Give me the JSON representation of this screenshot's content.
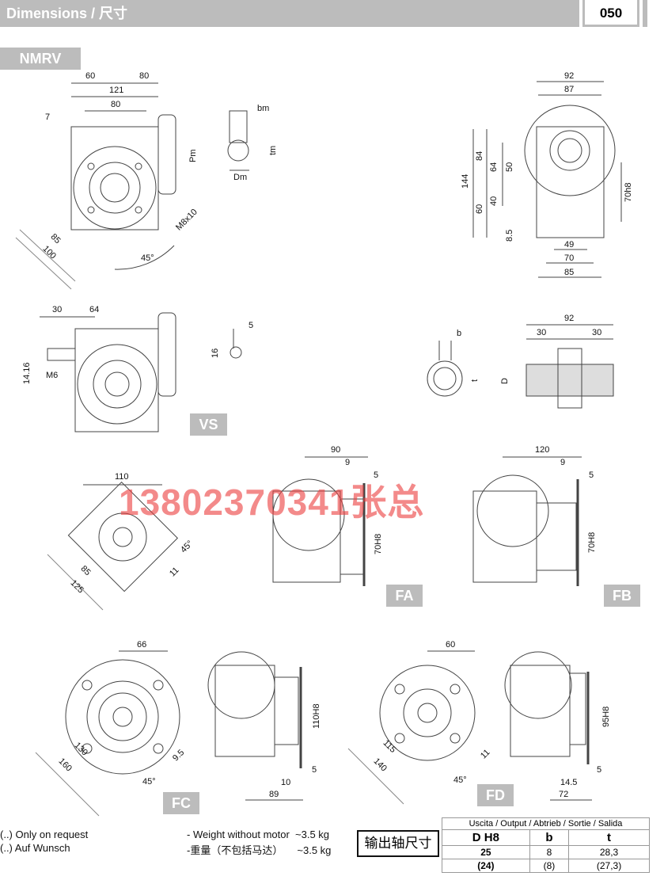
{
  "header": {
    "title": "Dimensions / 尺寸",
    "page_number": "050"
  },
  "section": "NMRV",
  "badges": {
    "vs": "VS",
    "fa": "FA",
    "fb": "FB",
    "fc": "FC",
    "fd": "FD"
  },
  "watermark": "13802370341张总",
  "dims": {
    "front": {
      "a60": "60",
      "a80": "80",
      "a121": "121",
      "b80": "80",
      "a7": "7",
      "pm": "Pm",
      "m8": "M8x10",
      "a85": "85",
      "a100": "100",
      "ang": "45°"
    },
    "key": {
      "bm": "bm",
      "tm": "tm",
      "dm": "Dm"
    },
    "side": {
      "a92": "92",
      "a87": "87",
      "a144": "144",
      "a84": "84",
      "a64": "64",
      "a50": "50",
      "a40": "40",
      "a60": "60",
      "a85s": "8.5",
      "a49": "49",
      "h8": "70h8",
      "a70": "70",
      "a85": "85"
    },
    "vs": {
      "a30": "30",
      "a64": "64",
      "a1416": "14.16",
      "m6": "M6",
      "a5": "5",
      "a16": "16"
    },
    "hollow": {
      "b": "b",
      "t": "t",
      "d": "D",
      "a92": "92",
      "l30": "30",
      "r30": "30"
    },
    "fa": {
      "a110": "110",
      "ang": "45°",
      "a85": "85",
      "a125": "125",
      "a11": "11",
      "a90": "90",
      "a9": "9",
      "a5": "5",
      "h8": "70H8"
    },
    "fb": {
      "a120": "120",
      "a9": "9",
      "a5": "5",
      "h8": "70H8"
    },
    "fc": {
      "a66": "66",
      "a130": "130",
      "a160": "160",
      "a95": "9.5",
      "ang": "45°",
      "h8": "110H8",
      "a5": "5",
      "a10": "10",
      "a89": "89"
    },
    "fd": {
      "a60": "60",
      "a115": "115",
      "a140": "140",
      "a11": "11",
      "ang": "45°",
      "h8": "95H8",
      "a5": "5",
      "a145": "14.5",
      "a72": "72"
    }
  },
  "notes": {
    "on_request": "(..) Only on request",
    "auf_wunsch": "(..) Auf Wunsch",
    "weight_en": "- Weight without motor  ~3.5 kg",
    "weight_cn": "-重量（不包括马达）     ~3.5 kg",
    "output_cn": "输出轴尺寸"
  },
  "output_table": {
    "caption": "Uscita / Output / Abtrieb / Sortie / Salida",
    "headers": [
      "D H8",
      "b",
      "t"
    ],
    "rows": [
      [
        "25",
        "8",
        "28,3"
      ],
      [
        "(24)",
        "(8)",
        "(27,3)"
      ]
    ]
  }
}
